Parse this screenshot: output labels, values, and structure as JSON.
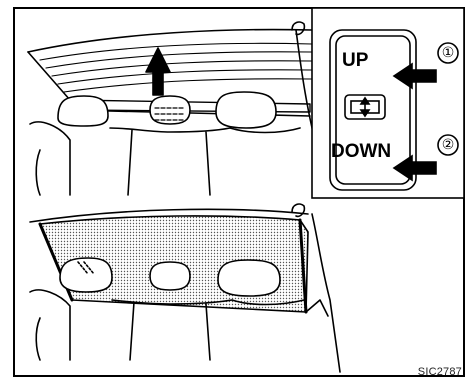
{
  "figure": {
    "figure_id": "SIC2787"
  },
  "switch_panel": {
    "up_label": "UP",
    "down_label": "DOWN",
    "up_marker": "①",
    "down_marker": "②",
    "icon": "sunshade-switch-icon"
  },
  "colors": {
    "line": "#000000",
    "background": "#ffffff",
    "shade_dots": "#555555"
  }
}
